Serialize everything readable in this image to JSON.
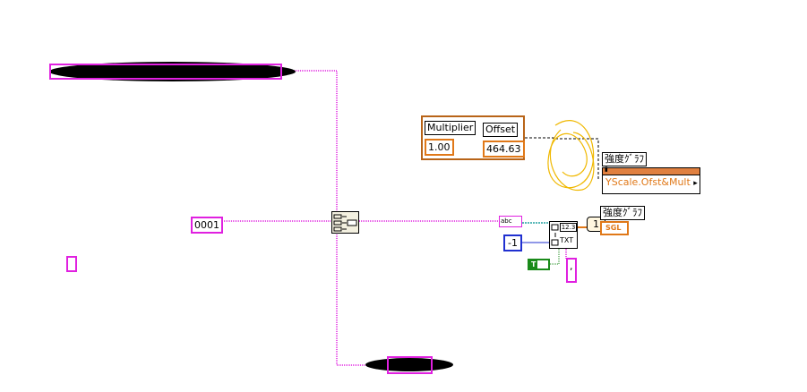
{
  "constants": {
    "string_0001": "0001",
    "string_comma": ",",
    "string_empty": "",
    "neg_one": "-1",
    "bool_true": "T",
    "index_one": "1"
  },
  "cluster": {
    "multiplier_label": "Multiplier",
    "offset_label": "Offset",
    "multiplier_value": "1.00",
    "offset_value": "464.63"
  },
  "graph": {
    "label_top": "強度ｸﾞﾗﾌ",
    "label_bottom": "強度ｸﾞﾗﾌ",
    "property": "YScale.Ofst&Mult",
    "sgl_tag": "SGL",
    "arrow": "▸"
  },
  "nodes": {
    "convert_glyph": "12.3",
    "txt_glyph": "TXT",
    "abc_glyph": "abc",
    "concat_glyph": "⇉"
  },
  "colors": {
    "string_wire": "#e020e0",
    "numeric_wire": "#e07818",
    "bool_wire": "#1a8a1a",
    "annotation": "#f0b800"
  }
}
